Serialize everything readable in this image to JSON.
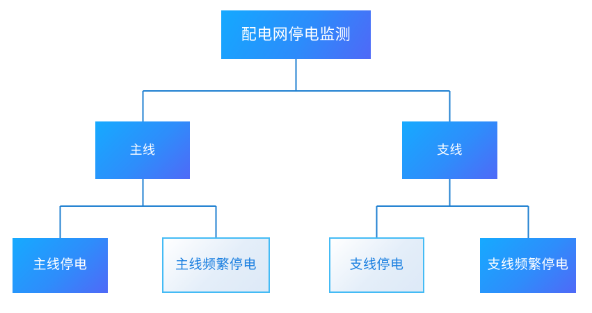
{
  "diagram": {
    "title": "配电网停电监测",
    "type": "hierarchy-tree",
    "colors": {
      "filled_gradient_start": "#14a9ff",
      "filled_gradient_mid": "#2c8cfb",
      "filled_gradient_end": "#4f68f7",
      "light_fill": "#e4eef9",
      "light_border": "#44bbf5",
      "light_text": "#1a7fe0",
      "filled_text": "#ffffff",
      "connector": "#1e7fd0",
      "background": "#ffffff"
    },
    "nodes": {
      "root": {
        "label": "配电网停电监测",
        "style": "filled",
        "level": 0
      },
      "main_line": {
        "label": "主线",
        "style": "filled",
        "level": 1
      },
      "branch_line": {
        "label": "支线",
        "style": "filled",
        "level": 1
      },
      "main_outage": {
        "label": "主线停电",
        "style": "filled",
        "level": 2
      },
      "main_frequent_outage": {
        "label": "主线频繁停电",
        "style": "light",
        "level": 2
      },
      "branch_outage": {
        "label": "支线停电",
        "style": "light",
        "level": 2
      },
      "branch_frequent_outage": {
        "label": "支线频繁停电",
        "style": "filled",
        "level": 2
      }
    },
    "edges": [
      {
        "from": "root",
        "to": "main_line"
      },
      {
        "from": "root",
        "to": "branch_line"
      },
      {
        "from": "main_line",
        "to": "main_outage"
      },
      {
        "from": "main_line",
        "to": "main_frequent_outage"
      },
      {
        "from": "branch_line",
        "to": "branch_outage"
      },
      {
        "from": "branch_line",
        "to": "branch_frequent_outage"
      }
    ]
  }
}
